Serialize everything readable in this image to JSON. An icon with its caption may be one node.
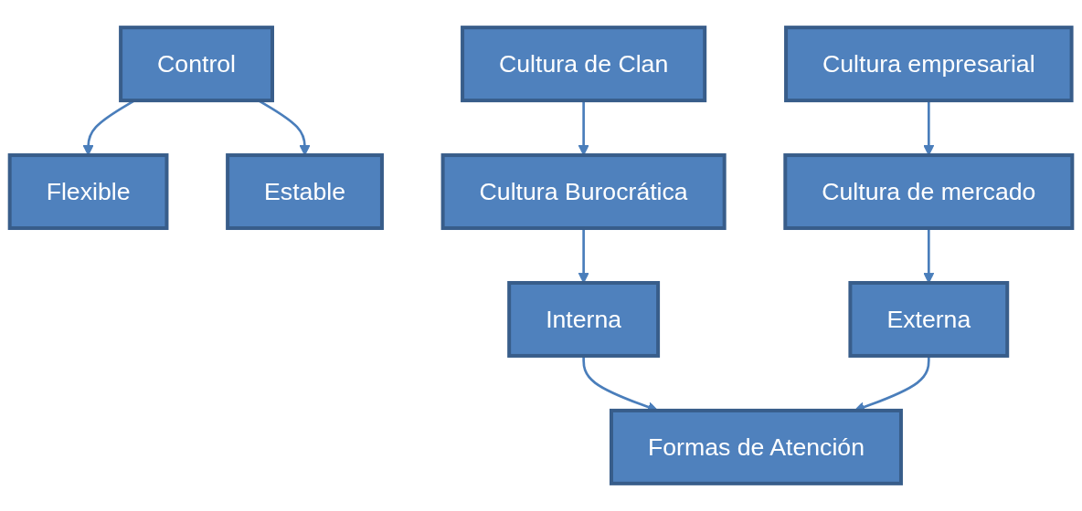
{
  "diagram": {
    "nodes": [
      {
        "text": [
          "Control"
        ]
      },
      {
        "text": [
          "Flexible"
        ]
      },
      {
        "text": [
          "Estable"
        ]
      },
      {
        "text": [
          "Cultura de Clan"
        ]
      },
      {
        "text": [
          "Cultura empresarial"
        ]
      },
      {
        "text": [
          "Cultura Burocrática"
        ]
      },
      {
        "text": [
          "Cultura de mercado"
        ]
      },
      {
        "text": [
          "Interna"
        ]
      },
      {
        "text": [
          "Externa"
        ]
      },
      {
        "text": [
          "Formas de Atención"
        ]
      }
    ],
    "edges": [
      {
        "from": 0,
        "to": 1,
        "arrow": "to"
      },
      {
        "from": 0,
        "to": 2,
        "arrow": "to"
      },
      {
        "from": 3,
        "to": 5,
        "arrow": "to"
      },
      {
        "from": 4,
        "to": 6,
        "arrow": "to"
      },
      {
        "from": 5,
        "to": 7,
        "arrow": "to"
      },
      {
        "from": 6,
        "to": 8,
        "arrow": "to"
      },
      {
        "from": 7,
        "to": 9,
        "arrow": "to"
      },
      {
        "from": 8,
        "to": 9,
        "arrow": "to"
      }
    ]
  }
}
